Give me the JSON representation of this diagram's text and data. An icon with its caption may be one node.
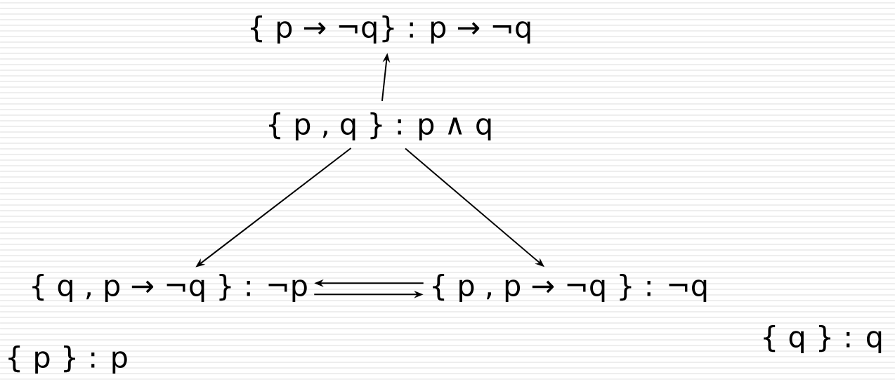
{
  "diagram": {
    "nodes": [
      {
        "text": [
          "{ p → ¬q} : p → ¬q"
        ]
      },
      {
        "text": [
          "{ p , q } : p ∧ q"
        ]
      },
      {
        "text": [
          "{ q , p → ¬q } : ¬p"
        ]
      },
      {
        "text": [
          "{ p , p → ¬q } : ¬q"
        ]
      },
      {
        "text": [
          "{ p } : p"
        ]
      },
      {
        "text": [
          "{ q } : q"
        ]
      }
    ],
    "edges": [
      {
        "from": 1,
        "to": 0,
        "arrow": "to"
      },
      {
        "from": 1,
        "to": 2,
        "arrow": "to"
      },
      {
        "from": 1,
        "to": 3,
        "arrow": "to"
      },
      {
        "from": 3,
        "to": 2,
        "arrow": "to"
      },
      {
        "from": 2,
        "to": 3,
        "arrow": "to"
      }
    ]
  }
}
